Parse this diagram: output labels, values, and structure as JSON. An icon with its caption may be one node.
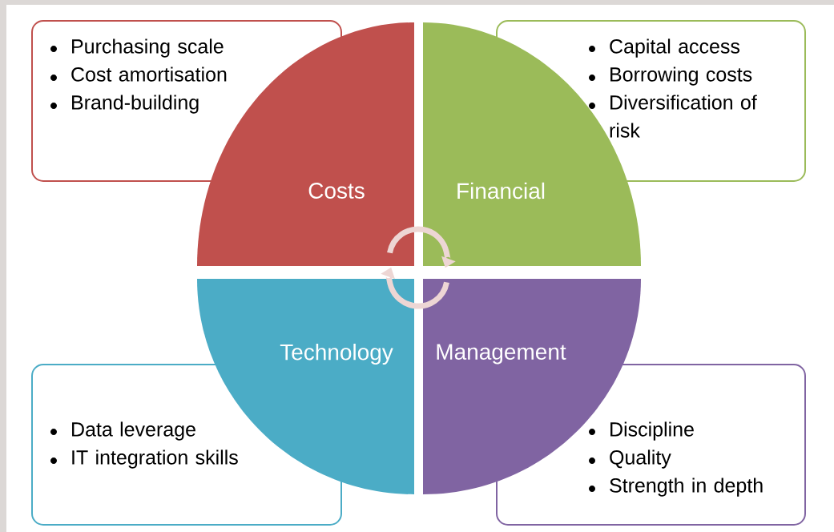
{
  "diagram": {
    "nodes": [
      {
        "text": [
          "Purchasing scale",
          "Cost amortisation",
          "Brand-building"
        ]
      },
      {
        "text": [
          "Capital access",
          "Borrowing costs",
          "Diversification of risk"
        ]
      },
      {
        "text": [
          "Costs"
        ]
      },
      {
        "text": [
          "Financial"
        ]
      },
      {
        "text": [
          "Technology"
        ]
      },
      {
        "text": [
          "Management"
        ]
      },
      {
        "text": [
          "Data leverage",
          "IT integration skills"
        ]
      },
      {
        "text": [
          "Discipline",
          "Quality",
          "Strength in depth"
        ]
      }
    ],
    "edges": [
      {
        "from": 2,
        "to": 3,
        "arrow": "to"
      },
      {
        "from": 5,
        "to": 4,
        "arrow": "to"
      }
    ]
  }
}
